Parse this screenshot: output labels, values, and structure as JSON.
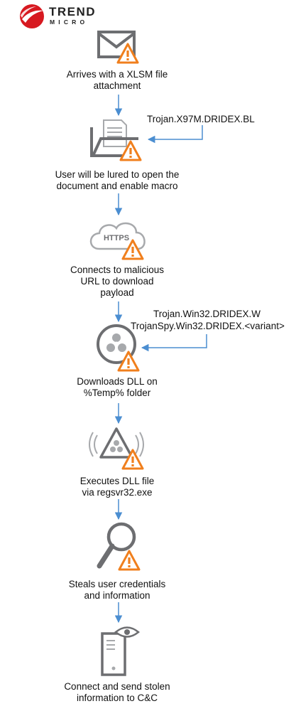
{
  "brand": {
    "logo_top": "TREND",
    "logo_bottom": "MICRO",
    "logo_color": "#d71920"
  },
  "colors": {
    "icon_gray": "#6d6e71",
    "icon_light": "#a7a9ac",
    "warning_orange": "#f07f1d",
    "arrow_blue": "#4b8ed1"
  },
  "steps": [
    {
      "icon": "email-envelope-icon",
      "line1": "Arrives with a XLSM file",
      "line2": "attachment",
      "line3": ""
    },
    {
      "icon": "folder-document-icon",
      "line1": "User will be lured to open the",
      "line2": "document and enable macro",
      "line3": ""
    },
    {
      "icon": "https-cloud-icon",
      "cloud_text": "HTTPS",
      "line1": "Connects to malicious",
      "line2": "URL to download",
      "line3": "payload"
    },
    {
      "icon": "biohazard-circle-icon",
      "line1": "Downloads DLL on",
      "line2": "%Temp% folder",
      "line3": ""
    },
    {
      "icon": "biohazard-triangle-icon",
      "line1": "Executes DLL file",
      "line2": "via regsvr32.exe",
      "line3": ""
    },
    {
      "icon": "magnifier-icon",
      "line1": "Steals user credentials",
      "line2": "and information",
      "line3": ""
    },
    {
      "icon": "server-eye-icon",
      "line1": "Connect and send stolen",
      "line2": "information to C&C",
      "line3": ""
    }
  ],
  "detections": {
    "doc": "Trojan.X97M.DRIDEX.BL",
    "dll_1": "Trojan.Win32.DRIDEX.W",
    "dll_2": "TrojanSpy.Win32.DRIDEX.<variant>"
  }
}
